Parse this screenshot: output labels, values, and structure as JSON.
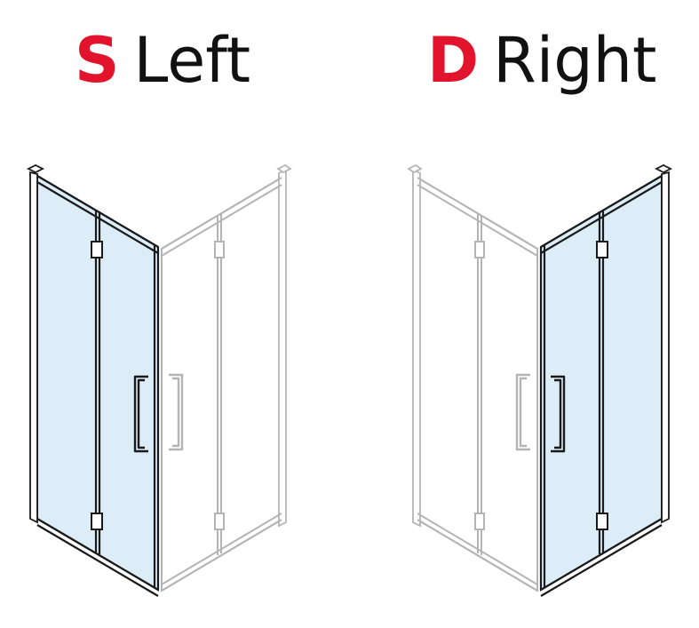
{
  "left_variant": {
    "code": "S",
    "word": "Left"
  },
  "right_variant": {
    "code": "D",
    "word": "Right"
  },
  "colors": {
    "code_accent": "#e2142d",
    "text": "#111111",
    "glass_highlight": "#dcedf8",
    "frame_dark": "#1a1a1a",
    "frame_light": "#b4b4b4"
  }
}
